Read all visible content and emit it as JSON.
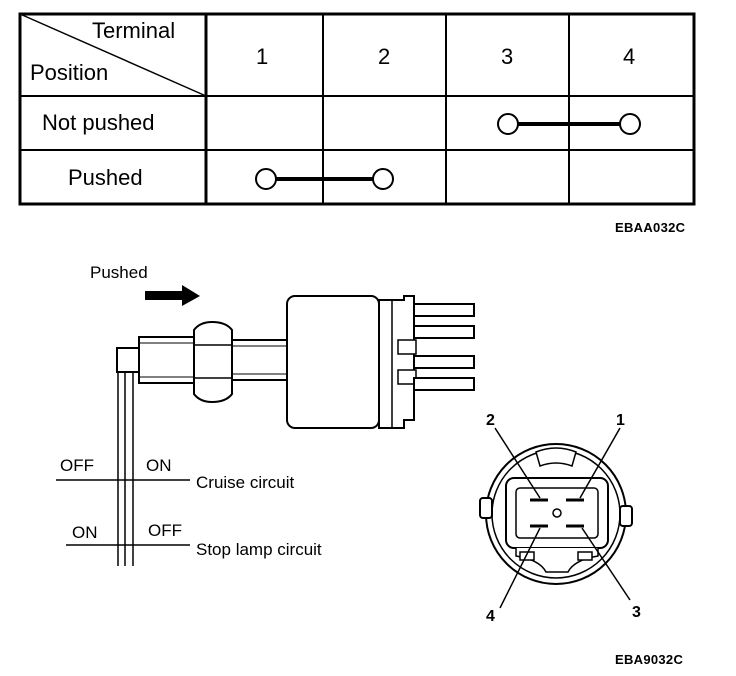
{
  "table": {
    "header_terminal": "Terminal",
    "header_position": "Position",
    "terminals": [
      "1",
      "2",
      "3",
      "4"
    ],
    "rows": [
      {
        "position": "Not pushed",
        "connected": [
          "3",
          "4"
        ]
      },
      {
        "position": "Pushed",
        "connected": [
          "1",
          "2"
        ]
      }
    ],
    "figure_code": "EBAA032C"
  },
  "switch_diagram": {
    "pushed_label": "Pushed",
    "cruise": {
      "left_state": "OFF",
      "right_state": "ON",
      "label": "Cruise circuit"
    },
    "stop_lamp": {
      "left_state": "ON",
      "right_state": "OFF",
      "label": "Stop lamp circuit"
    },
    "connector_pins": [
      "1",
      "2",
      "3",
      "4"
    ],
    "figure_code": "EBA9032C"
  }
}
